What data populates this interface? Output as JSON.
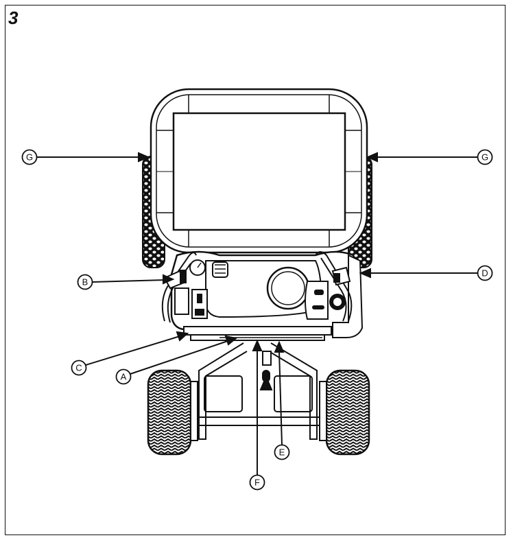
{
  "figure": {
    "number": "3"
  },
  "callouts": {
    "a": "A",
    "b": "B",
    "c": "C",
    "d": "D",
    "e": "E",
    "f": "F",
    "g_left": "G",
    "g_right": "G"
  },
  "colors": {
    "ink": "#111111",
    "background": "#ffffff"
  }
}
